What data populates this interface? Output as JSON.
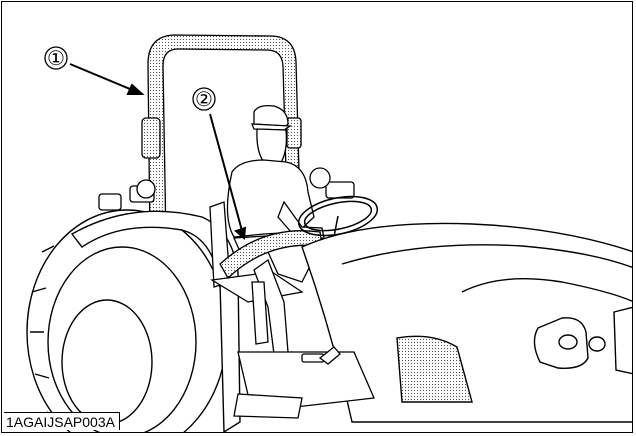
{
  "callouts": [
    {
      "number": "①"
    },
    {
      "number": "②"
    }
  ],
  "figure_code": "1AGAIJSAP003A",
  "colors": {
    "line": "#000000",
    "background": "#ffffff",
    "stipple": "#555555"
  }
}
